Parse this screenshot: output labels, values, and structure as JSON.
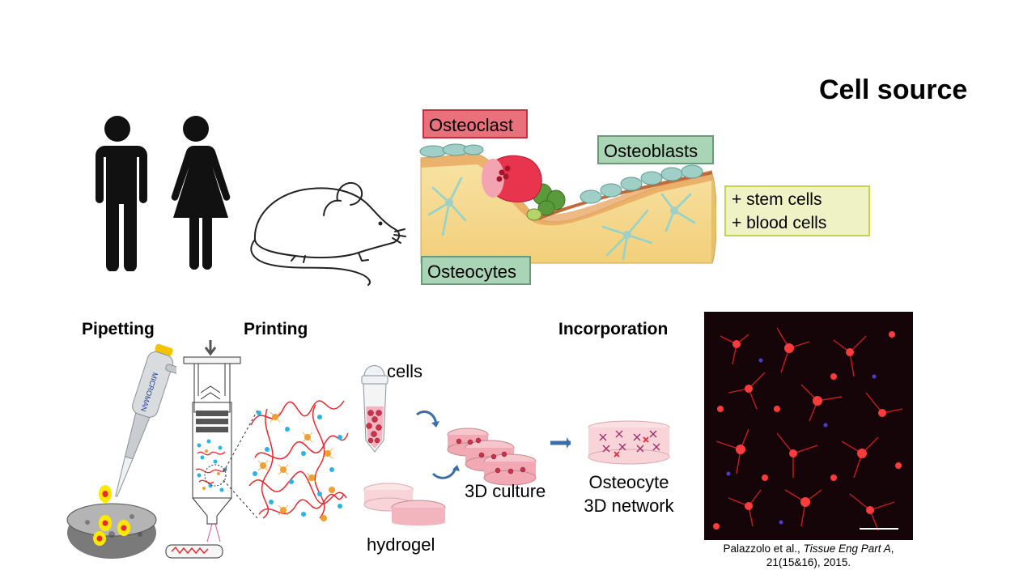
{
  "title": "Cell source",
  "labels": {
    "osteoclast": "Osteoclast",
    "osteoblasts": "Osteoblasts",
    "osteocytes": "Osteocytes",
    "extra_line1": "+ stem cells",
    "extra_line2": "+ blood cells"
  },
  "sections": {
    "pipetting": "Pipetting",
    "printing": "Printing",
    "incorporation": "Incorporation"
  },
  "workflow": {
    "cells": "cells",
    "hydrogel": "hydrogel",
    "culture": "3D culture",
    "network_line1": "Osteocyte",
    "network_line2": "3D network"
  },
  "pipette_brand": "MICROMAN",
  "citation": {
    "authors": "Palazzolo et al.,",
    "journal": "Tissue Eng Part A",
    "details": ", 21(15&16), 2015."
  },
  "colors": {
    "osteoclast_fill": "#e8717c",
    "osteoblast_fill": "#a9d4b5",
    "extras_fill": "#eef2c4",
    "bone_fill": "#f6d98c",
    "cell_red": "#e8282f",
    "micro_bg": "#150508"
  }
}
